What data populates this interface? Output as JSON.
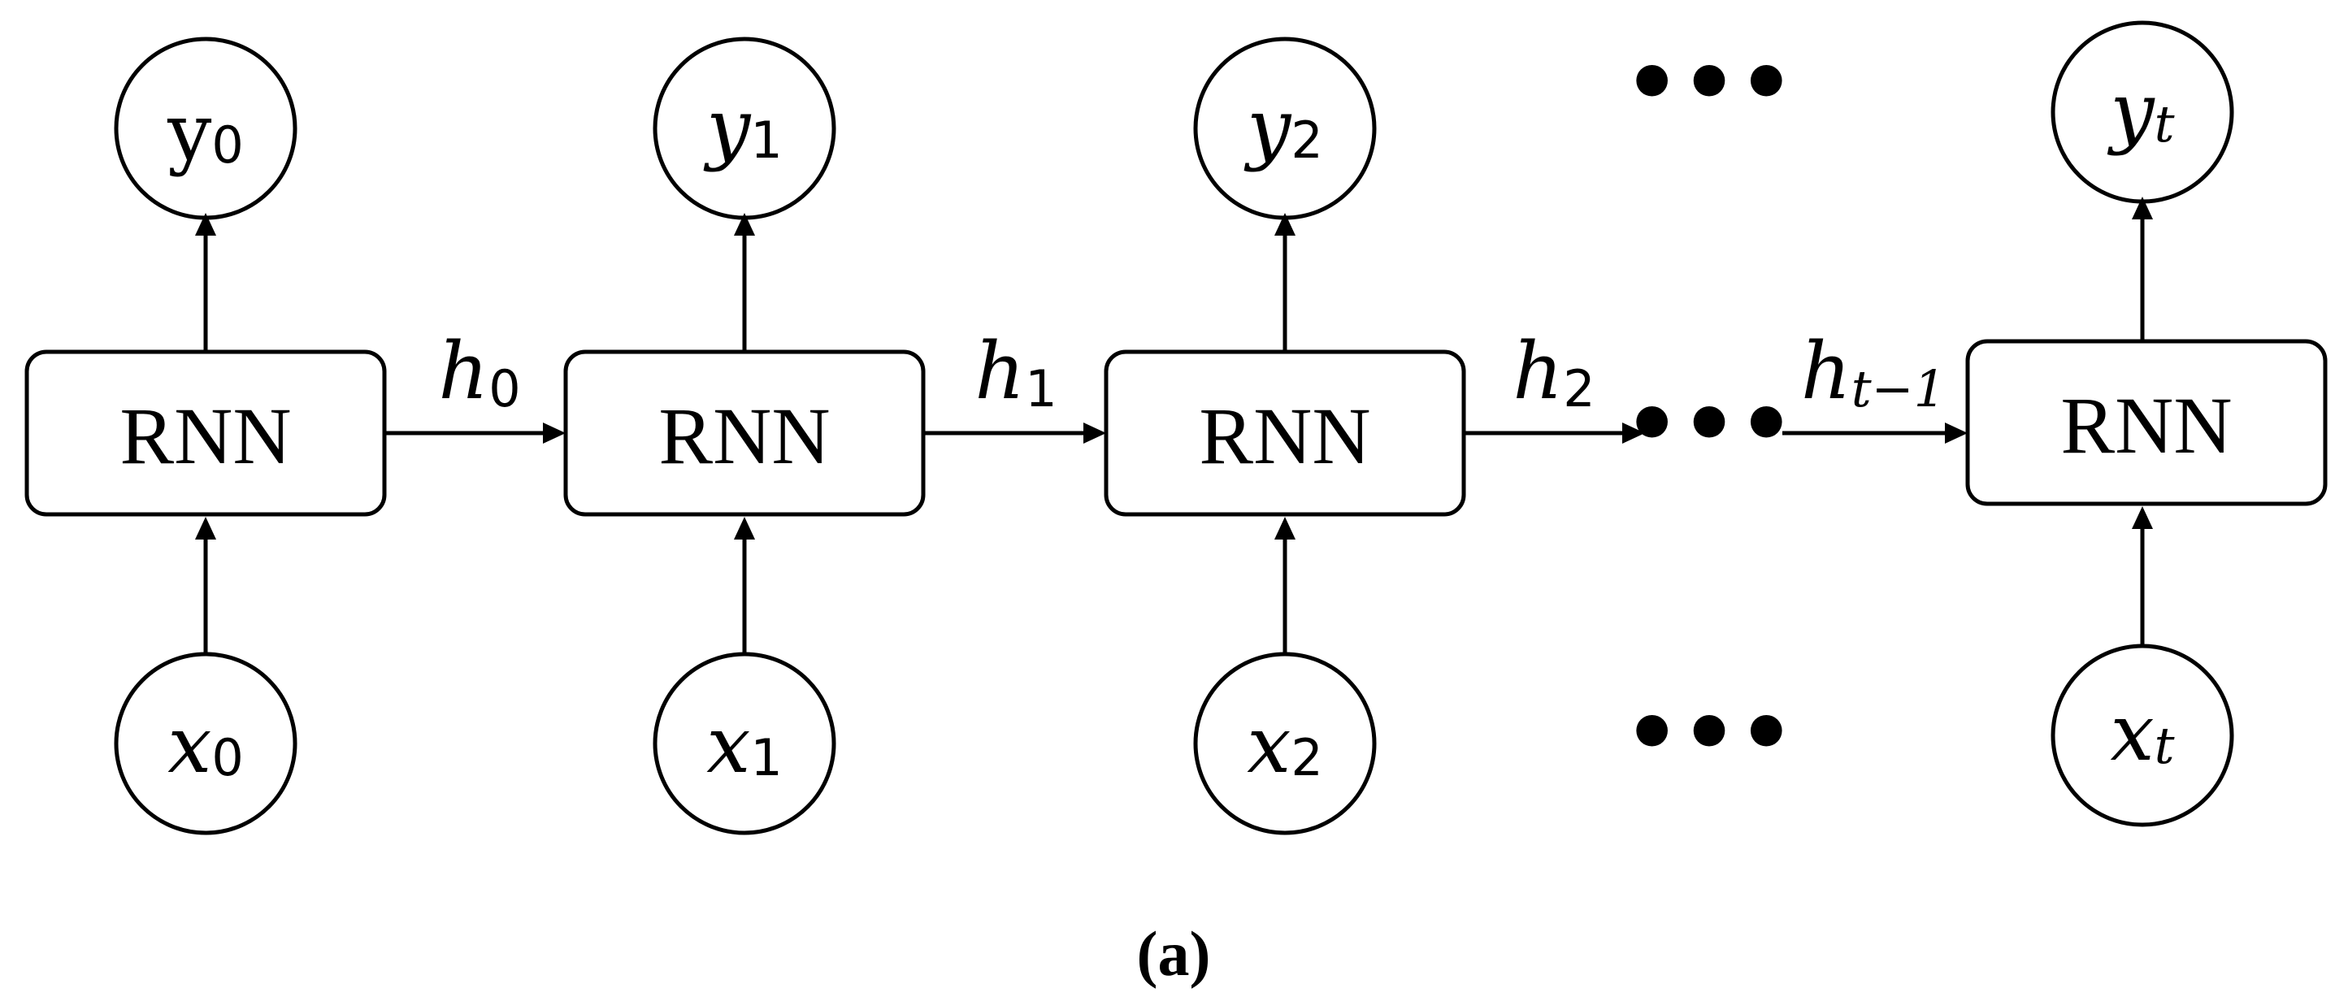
{
  "diagram": {
    "cells": [
      {
        "rnn_label": "RNN",
        "output": {
          "base": "y",
          "sub": "0",
          "upright": true
        },
        "input": {
          "base": "x",
          "sub": "0"
        }
      },
      {
        "rnn_label": "RNN",
        "output": {
          "base": "y",
          "sub": "1"
        },
        "input": {
          "base": "x",
          "sub": "1"
        }
      },
      {
        "rnn_label": "RNN",
        "output": {
          "base": "y",
          "sub": "2"
        },
        "input": {
          "base": "x",
          "sub": "2"
        }
      },
      {
        "rnn_label": "RNN",
        "output": {
          "base": "y",
          "sub": "t"
        },
        "input": {
          "base": "x",
          "sub": "t"
        }
      }
    ],
    "hidden_states": [
      {
        "base": "h",
        "sub": "0"
      },
      {
        "base": "h",
        "sub": "1"
      },
      {
        "base": "h",
        "sub": "2"
      },
      {
        "base": "h",
        "sub": "t−1"
      }
    ],
    "ellipsis": "•••",
    "caption": "(a)"
  }
}
